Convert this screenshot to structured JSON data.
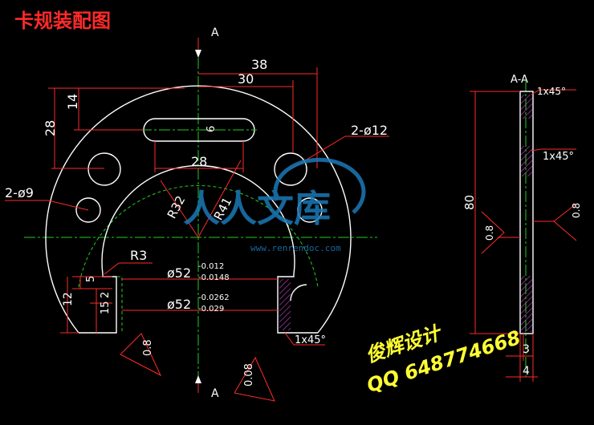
{
  "title": "卡规装配图",
  "section_marks": {
    "top": "A",
    "bottom": "A",
    "view_label": "A-A"
  },
  "dimensions": {
    "d38": "38",
    "d30": "30",
    "d28_top": "28",
    "d14": "14",
    "d28_bottom": "28",
    "d6": "6",
    "holes_12": "2-ø12",
    "holes_9": "2-ø9",
    "r32": "R32",
    "r41": "R41",
    "r3": "R3",
    "d5": "5",
    "d2": "2",
    "d15": "15",
    "d12": "12",
    "phi52a": "ø52",
    "phi52a_upper": "-0.012",
    "phi52a_lower": "-0.0148",
    "phi52b": "ø52",
    "phi52b_upper": "-0.0262",
    "phi52b_lower": "-0.029",
    "chamfer_bottom": "1x45°",
    "chamfer_side_top": "1x45°",
    "chamfer_side_mid": "1x45°",
    "d80": "80",
    "d3": "3",
    "d4": "4"
  },
  "surface_finish": {
    "rough_left": "0.8",
    "rough_bottom": "0.08",
    "rough_side_left": "0.8",
    "rough_side_right": "0.8"
  },
  "watermark": {
    "brand": "人人文库",
    "url": "www.renrendoc.com"
  },
  "credit": {
    "line1": "俊辉设计",
    "line2": "QQ 648774668"
  },
  "colors": {
    "background": "#000000",
    "dimension": "#ff2a2a",
    "outline": "#ffffff",
    "centerline": "#22cc22",
    "credit": "#ffff33",
    "hatch": "#cc44cc"
  }
}
